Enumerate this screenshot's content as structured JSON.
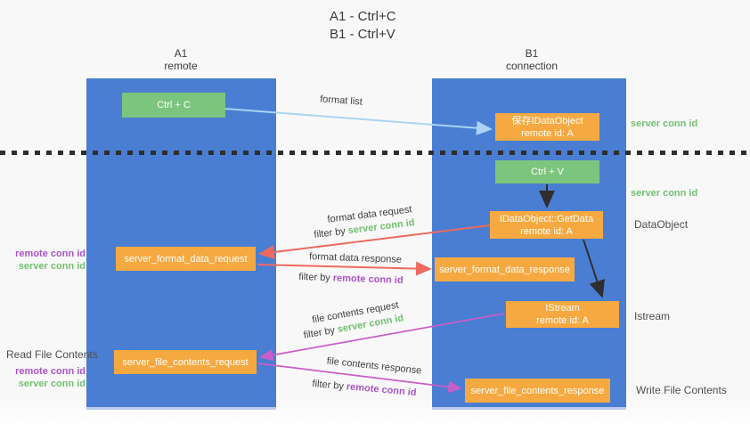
{
  "title": {
    "line1": "A1 - Ctrl+C",
    "line2": "B1 - Ctrl+V"
  },
  "lanes": {
    "left": {
      "name": "A1",
      "sub": "remote"
    },
    "right": {
      "name": "B1",
      "sub": "connection"
    }
  },
  "nodes": {
    "ctrl_c": "Ctrl + C",
    "save_idataobject": {
      "line1": "保存IDataObject",
      "line2": "remote id: A"
    },
    "ctrl_v": "Ctrl + V",
    "getdata": {
      "line1": "IDataObject::GetData",
      "line2": "remote id: A"
    },
    "format_request": "server_format_data_request",
    "format_response": "server_format_data_response",
    "istream": {
      "line1": "IStream",
      "line2": "remote id: A"
    },
    "file_request": "server_file_contents_request",
    "file_response": "server_file_contents_response"
  },
  "arrow_labels": {
    "format_list": "format list",
    "format_data_request": "format data request",
    "format_data_response": "format data response",
    "file_contents_request": "file contents request",
    "file_contents_response": "file contents response",
    "filter_by": "filter by",
    "server_conn_id": "server conn id",
    "remote_conn_id": "remote conn id"
  },
  "side_labels": {
    "server_conn_id_top": "server conn id",
    "server_conn_id_mid": "server conn id",
    "dataobject": "DataObject",
    "istream": "Istream",
    "write_file_contents": "Write File Contents",
    "read_file_contents": "Read File Contents",
    "remote_conn_id_format": "remote conn id",
    "server_conn_id_format": "server conn id",
    "remote_conn_id_file": "remote conn id",
    "server_conn_id_file": "server conn id"
  },
  "colors": {
    "lane_blue": "#4a7ed2",
    "node_green": "#7cc57e",
    "node_orange": "#f6a940",
    "arrow_light_blue": "#aad4f2",
    "arrow_red": "#ee6a5f",
    "arrow_magenta": "#c95ec9",
    "arrow_black": "#2e2e2e",
    "label_green": "#71c171",
    "label_purple": "#ab53c6"
  }
}
